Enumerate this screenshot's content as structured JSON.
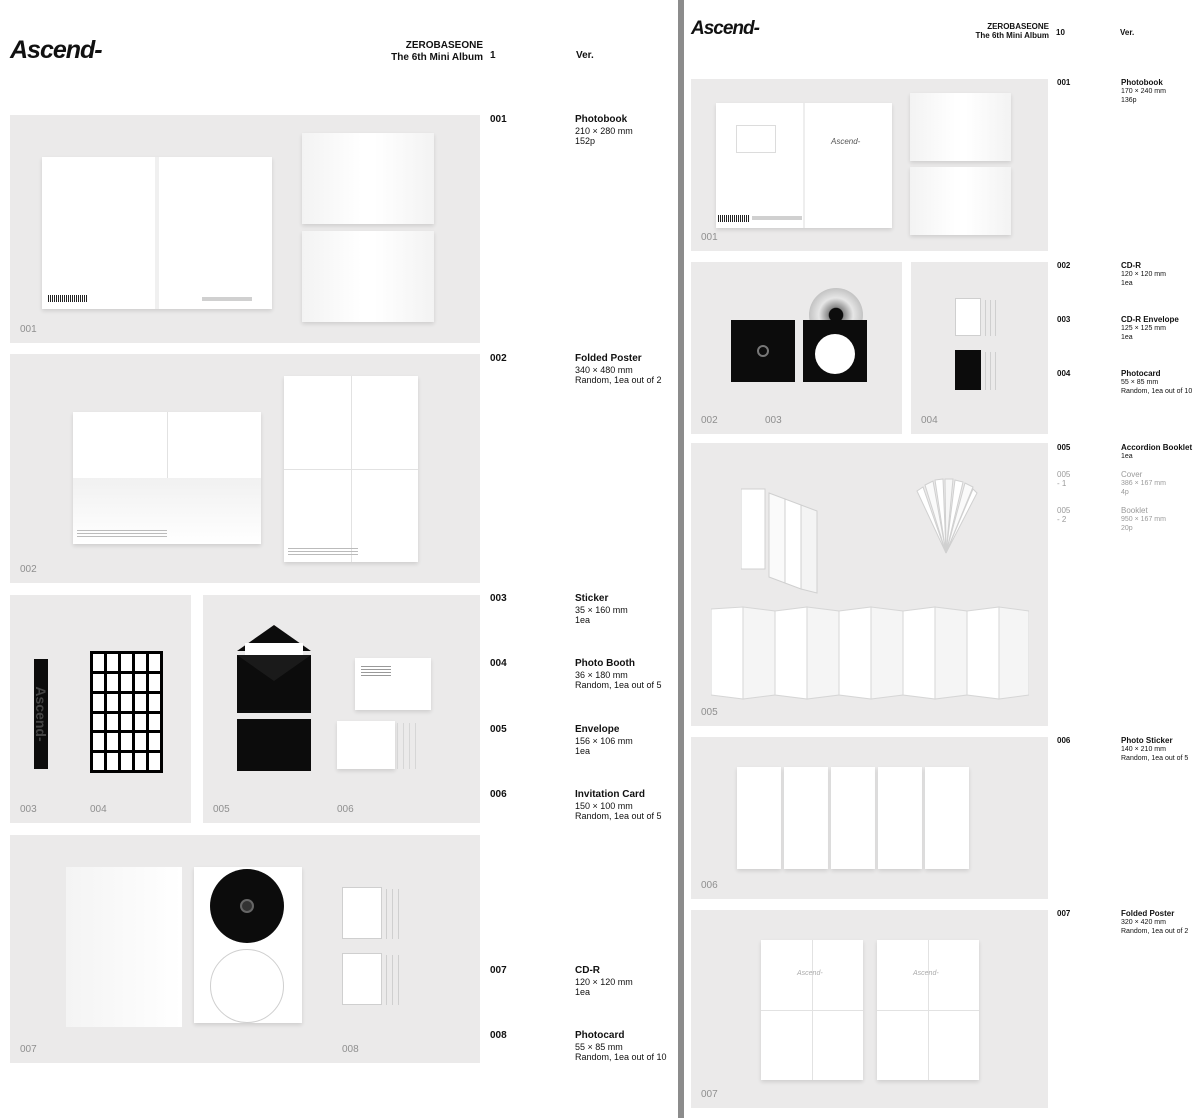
{
  "left": {
    "logo": "Ascend-",
    "artist": "ZEROBASEONE",
    "album": "The 6th Mini Album",
    "version_number": "1",
    "version_label": "Ver.",
    "panel_labels": [
      "001",
      "002",
      "003",
      "004",
      "005",
      "006",
      "007",
      "008"
    ],
    "booth_text": "Ascend-",
    "items": [
      {
        "num": "001",
        "name": "Photobook",
        "lines": [
          "210 × 280 mm",
          "152p"
        ]
      },
      {
        "num": "002",
        "name": "Folded Poster",
        "lines": [
          "340 × 480 mm",
          "Random, 1ea out of 2"
        ]
      },
      {
        "num": "003",
        "name": "Sticker",
        "lines": [
          "35 × 160 mm",
          "1ea"
        ]
      },
      {
        "num": "004",
        "name": "Photo Booth",
        "lines": [
          "36 × 180 mm",
          "Random, 1ea out of 5"
        ]
      },
      {
        "num": "005",
        "name": "Envelope",
        "lines": [
          "156 × 106 mm",
          "1ea"
        ]
      },
      {
        "num": "006",
        "name": "Invitation Card",
        "lines": [
          "150 × 100 mm",
          "Random, 1ea out of 5"
        ]
      },
      {
        "num": "007",
        "name": "CD-R",
        "lines": [
          "120 × 120 mm",
          "1ea"
        ]
      },
      {
        "num": "008",
        "name": "Photocard",
        "lines": [
          "55 × 85 mm",
          "Random, 1ea out of 10"
        ]
      }
    ]
  },
  "right": {
    "logo": "Ascend-",
    "artist": "ZEROBASEONE",
    "album": "The 6th Mini Album",
    "version_number": "10",
    "version_label": "Ver.",
    "panel_labels": [
      "001",
      "002",
      "003",
      "004",
      "005",
      "006",
      "007"
    ],
    "cover_logo": "Ascend-",
    "items": [
      {
        "num": "001",
        "name": "Photobook",
        "lines": [
          "170 × 240 mm",
          "136p"
        ],
        "grey": false
      },
      {
        "num": "002",
        "name": "CD-R",
        "lines": [
          "120 × 120 mm",
          "1ea"
        ],
        "grey": false
      },
      {
        "num": "003",
        "name": "CD-R Envelope",
        "lines": [
          "125 × 125 mm",
          "1ea"
        ],
        "grey": false
      },
      {
        "num": "004",
        "name": "Photocard",
        "lines": [
          "55 × 85 mm",
          "Random, 1ea out of 10"
        ],
        "grey": false
      },
      {
        "num": "005",
        "name": "Accordion Booklet",
        "lines": [
          "1ea"
        ],
        "grey": false
      },
      {
        "num": "005 - 1",
        "name": "Cover",
        "lines": [
          "386 × 167 mm",
          "4p"
        ],
        "grey": true
      },
      {
        "num": "005 - 2",
        "name": "Booklet",
        "lines": [
          "950 × 167 mm",
          "20p"
        ],
        "grey": true
      },
      {
        "num": "006",
        "name": "Photo Sticker",
        "lines": [
          "140 × 210 mm",
          "Random, 1ea out of 5"
        ],
        "grey": false
      },
      {
        "num": "007",
        "name": "Folded Poster",
        "lines": [
          "320 × 420 mm",
          "Random, 1ea out of 2"
        ],
        "grey": false
      }
    ]
  }
}
